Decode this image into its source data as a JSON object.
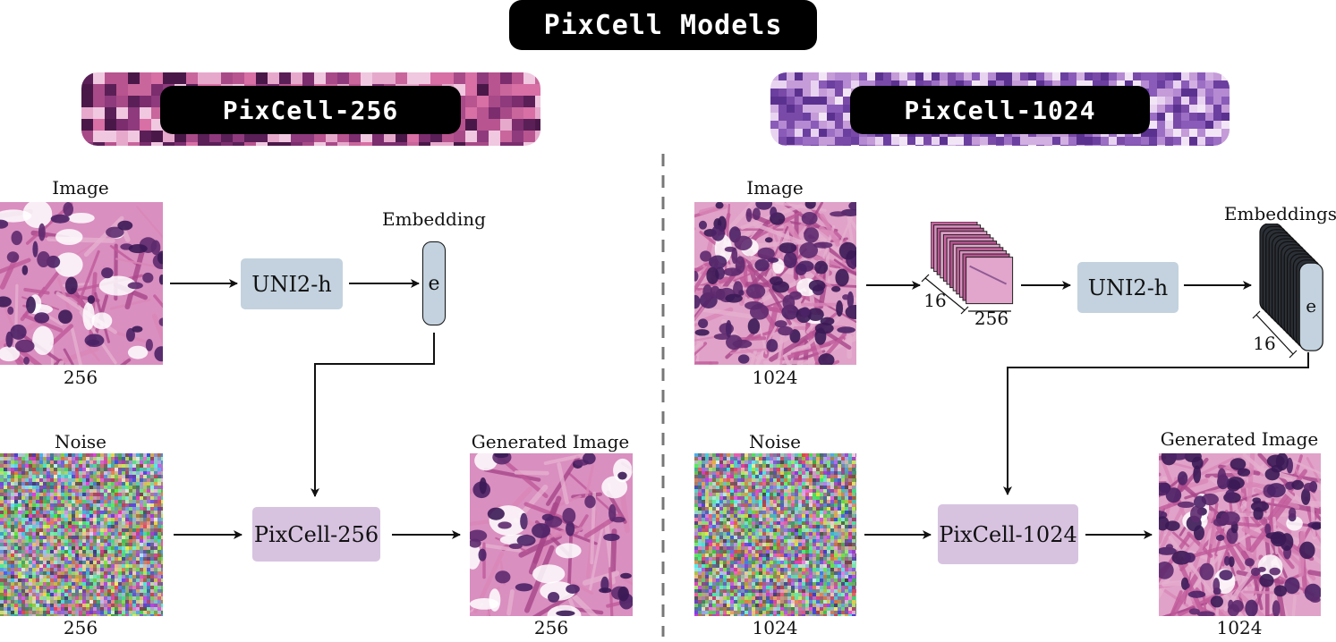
{
  "title": "PixCell Models",
  "divider_color": "#777777",
  "colors": {
    "uni_box": "#c3d2de",
    "pixcell_box": "#d7c3e0",
    "pill": "#000000"
  },
  "left": {
    "banner": "PixCell-256",
    "image_label": "Image",
    "image_size": "256",
    "encoder": "UNI2-h",
    "embedding_label": "Embedding",
    "embedding_token": "e",
    "noise_label": "Noise",
    "noise_size": "256",
    "model": "PixCell-256",
    "generated_label": "Generated Image",
    "generated_size": "256"
  },
  "right": {
    "banner": "PixCell-1024",
    "image_label": "Image",
    "image_size": "1024",
    "patch_count": "16",
    "patch_size": "256",
    "encoder": "UNI2-h",
    "embedding_label": "Embeddings",
    "embedding_token": "e",
    "embedding_count": "16",
    "noise_label": "Noise",
    "noise_size": "1024",
    "model": "PixCell-1024",
    "generated_label": "Generated Image",
    "generated_size": "1024"
  }
}
